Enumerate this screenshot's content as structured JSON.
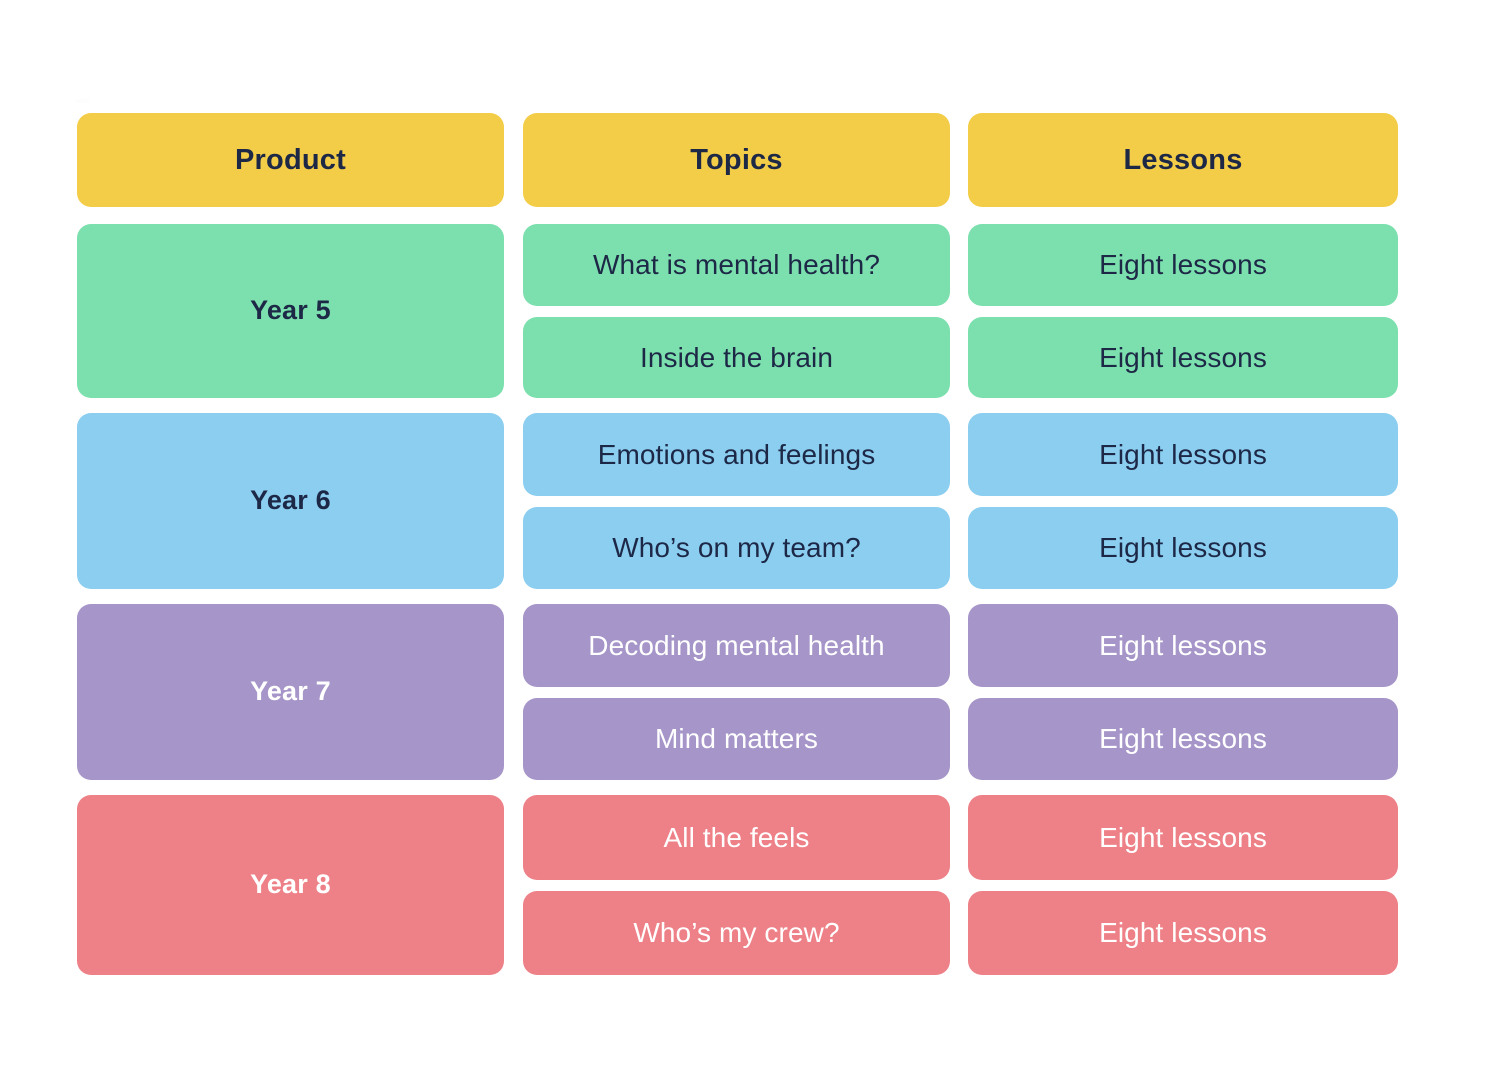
{
  "table": {
    "headers": {
      "product": "Product",
      "topics": "Topics",
      "lessons": "Lessons"
    },
    "colors": {
      "header_bg": "#F4CD48",
      "header_text": "#1D2847",
      "green": "#7CE0AE",
      "blue": "#8BCEF0",
      "purple": "#A695C8",
      "red": "#EE8087",
      "dark_text": "#1D2847",
      "light_text": "#FFFFFF",
      "page_bg": "#FFFFFF"
    },
    "rows": [
      {
        "product": "Year 5",
        "theme": "green",
        "entries": [
          {
            "topic": "What is mental health?",
            "lessons": "Eight lessons"
          },
          {
            "topic": "Inside the brain",
            "lessons": "Eight lessons"
          }
        ]
      },
      {
        "product": "Year 6",
        "theme": "blue",
        "entries": [
          {
            "topic": "Emotions and feelings",
            "lessons": "Eight lessons"
          },
          {
            "topic": "Who’s on my team?",
            "lessons": "Eight lessons"
          }
        ]
      },
      {
        "product": "Year 7",
        "theme": "purple",
        "entries": [
          {
            "topic": "Decoding mental health",
            "lessons": "Eight lessons"
          },
          {
            "topic": "Mind matters",
            "lessons": "Eight lessons"
          }
        ]
      },
      {
        "product": "Year 8",
        "theme": "red",
        "entries": [
          {
            "topic": "All the feels",
            "lessons": "Eight lessons"
          },
          {
            "topic": "Who’s my crew?",
            "lessons": "Eight lessons"
          }
        ]
      }
    ]
  }
}
